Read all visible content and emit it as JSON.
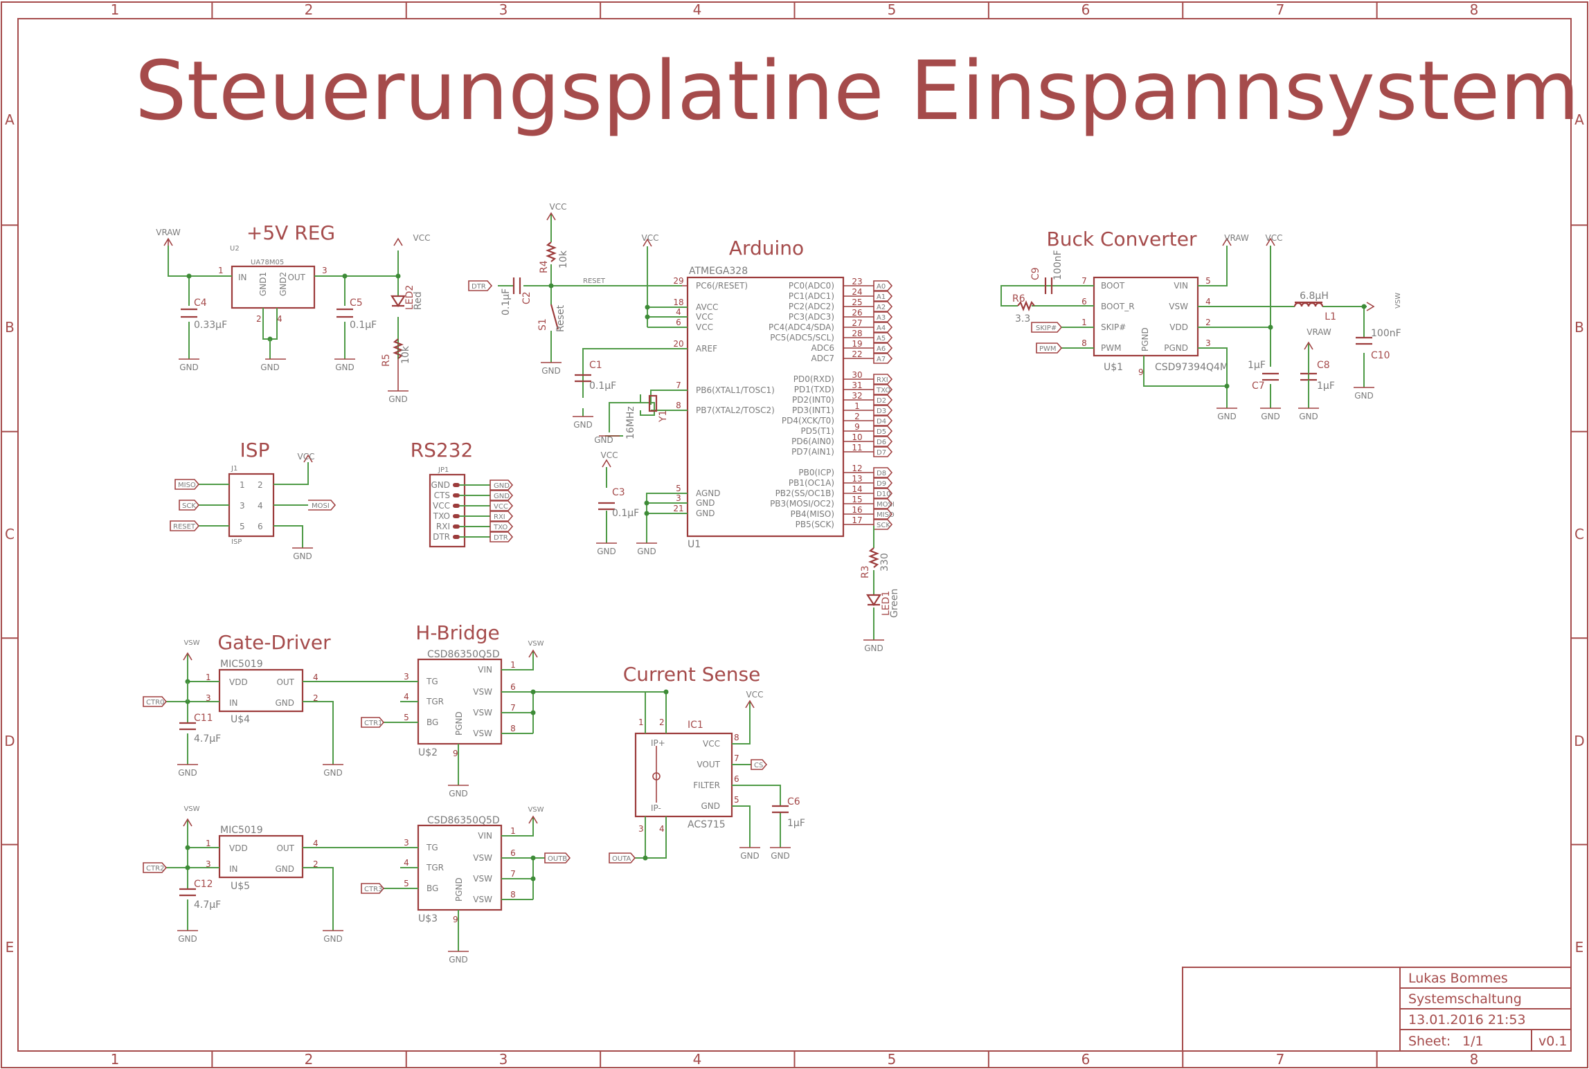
{
  "title": "Steuerungsplatine Einspannsystem",
  "frame": {
    "columns": [
      "1",
      "2",
      "3",
      "4",
      "5",
      "6",
      "7",
      "8"
    ],
    "rows": [
      "A",
      "B",
      "C",
      "D",
      "E"
    ]
  },
  "sections": {
    "reg": "+5V REG",
    "arduino": "Arduino",
    "buck": "Buck Converter",
    "isp": "ISP",
    "rs232": "RS232",
    "gate": "Gate-Driver",
    "hbridge": "H-Bridge",
    "current": "Current Sense"
  },
  "nets": {
    "vraw": "VRAW",
    "vcc": "VCC",
    "gnd": "GND",
    "vsw": "VSW",
    "reset": "RESET",
    "dtr": "DTR",
    "skip": "SKIP#",
    "pwm": "PWM",
    "miso": "MISO",
    "mosi": "MOSI",
    "sck": "SCK",
    "cs": "CS",
    "outa": "OUTA",
    "outb": "OUTB",
    "ctr0": "CTR0",
    "ctr1": "CTR1",
    "ctr2": "CTR2",
    "ctr3": "CTR3"
  },
  "reg": {
    "ic_ref": "U2",
    "ic_val": "UA78M05",
    "pins": {
      "in": "IN",
      "out": "OUT",
      "gnd1": "GND1",
      "gnd2": "GND2"
    },
    "nums": {
      "in": "1",
      "out": "3",
      "gnd1": "2",
      "gnd2": "4"
    },
    "c4": {
      "ref": "C4",
      "val": "0.33µF"
    },
    "c5": {
      "ref": "C5",
      "val": "0.1µF"
    },
    "led2": {
      "ref": "LED2",
      "val": "Red"
    },
    "r5": {
      "ref": "R5",
      "val": "10k"
    }
  },
  "arduino": {
    "ic_val": "ATMEGA328",
    "ic_ref": "U1",
    "r4": {
      "ref": "R4",
      "val": "10k"
    },
    "c2": {
      "ref": "C2",
      "val": "0.1µF"
    },
    "s1": {
      "ref": "S1",
      "val": "Reset"
    },
    "c1": {
      "ref": "C1",
      "val": "0.1µF"
    },
    "c3": {
      "ref": "C3",
      "val": "0.1µF"
    },
    "y1": {
      "ref": "Y1",
      "val": "16MHz"
    },
    "r3": {
      "ref": "R3",
      "val": "330"
    },
    "led1": {
      "ref": "LED1",
      "val": "Green"
    },
    "left_pins": [
      {
        "num": "29",
        "name": "PC6(/RESET)"
      },
      {
        "num": "18",
        "name": "AVCC"
      },
      {
        "num": "4",
        "name": "VCC"
      },
      {
        "num": "6",
        "name": "VCC"
      },
      {
        "num": "20",
        "name": "AREF"
      },
      {
        "num": "7",
        "name": "PB6(XTAL1/TOSC1)"
      },
      {
        "num": "8",
        "name": "PB7(XTAL2/TOSC2)"
      },
      {
        "num": "5",
        "name": "AGND"
      },
      {
        "num": "3",
        "name": "GND"
      },
      {
        "num": "21",
        "name": "GND"
      }
    ],
    "right_pins": [
      {
        "num": "23",
        "name": "PC0(ADC0)",
        "net": "A0"
      },
      {
        "num": "24",
        "name": "PC1(ADC1)",
        "net": "A1"
      },
      {
        "num": "25",
        "name": "PC2(ADC2)",
        "net": "A2"
      },
      {
        "num": "26",
        "name": "PC3(ADC3)",
        "net": "A3"
      },
      {
        "num": "27",
        "name": "PC4(ADC4/SDA)",
        "net": "A4"
      },
      {
        "num": "28",
        "name": "PC5(ADC5/SCL)",
        "net": "A5"
      },
      {
        "num": "19",
        "name": "ADC6",
        "net": "A6"
      },
      {
        "num": "22",
        "name": "ADC7",
        "net": "A7"
      },
      {
        "num": "30",
        "name": "PD0(RXD)",
        "net": "RXI"
      },
      {
        "num": "31",
        "name": "PD1(TXD)",
        "net": "TXO"
      },
      {
        "num": "32",
        "name": "PD2(INT0)",
        "net": "D2"
      },
      {
        "num": "1",
        "name": "PD3(INT1)",
        "net": "D3"
      },
      {
        "num": "2",
        "name": "PD4(XCK/T0)",
        "net": "D4"
      },
      {
        "num": "9",
        "name": "PD5(T1)",
        "net": "D5"
      },
      {
        "num": "10",
        "name": "PD6(AIN0)",
        "net": "D6"
      },
      {
        "num": "11",
        "name": "PD7(AIN1)",
        "net": "D7"
      },
      {
        "num": "12",
        "name": "PB0(ICP)",
        "net": "D8"
      },
      {
        "num": "13",
        "name": "PB1(OC1A)",
        "net": "D9"
      },
      {
        "num": "14",
        "name": "PB2(SS/OC1B)",
        "net": "D10"
      },
      {
        "num": "15",
        "name": "PB3(MOSI/OC2)",
        "net": "MOSI"
      },
      {
        "num": "16",
        "name": "PB4(MISO)",
        "net": "MISO"
      },
      {
        "num": "17",
        "name": "PB5(SCK)",
        "net": "SCK"
      }
    ]
  },
  "buck": {
    "ic_ref": "U$1",
    "ic_val": "CSD97394Q4M",
    "left_pins": [
      {
        "num": "7",
        "name": "BOOT"
      },
      {
        "num": "6",
        "name": "BOOT_R"
      },
      {
        "num": "1",
        "name": "SKIP#"
      },
      {
        "num": "8",
        "name": "PWM"
      }
    ],
    "right_pins": [
      {
        "num": "5",
        "name": "VIN"
      },
      {
        "num": "4",
        "name": "VSW"
      },
      {
        "num": "2",
        "name": "VDD"
      },
      {
        "num": "3",
        "name": "PGND"
      }
    ],
    "pgnd_label": "PGND",
    "pgnd_num": "9",
    "c9": {
      "ref": "C9",
      "val": "100nF"
    },
    "r6": {
      "ref": "R6",
      "val": "3.3"
    },
    "l1": {
      "ref": "L1",
      "val": "6.8µH"
    },
    "c10": {
      "ref": "C10",
      "val": "100nF"
    },
    "c7": {
      "ref": "C7",
      "val": "1µF"
    },
    "c8": {
      "ref": "C8",
      "val": "1µF"
    }
  },
  "isp": {
    "ref": "J1",
    "name": "ISP",
    "pins": [
      "1",
      "2",
      "3",
      "4",
      "5",
      "6"
    ]
  },
  "rs232": {
    "ref": "JP1",
    "pins": [
      "GND",
      "CTS",
      "VCC",
      "TXO",
      "RXI",
      "DTR"
    ],
    "nets": [
      "GND",
      "GND",
      "VCC",
      "RXI",
      "TXO",
      "DTR"
    ]
  },
  "gate1": {
    "ref": "U$4",
    "val": "MIC5019",
    "pins": {
      "vdd": "VDD",
      "in": "IN",
      "out": "OUT",
      "gnd": "GND"
    },
    "nums": {
      "vdd": "1",
      "in": "3",
      "out": "4",
      "gnd": "2"
    },
    "cap": {
      "ref": "C11",
      "val": "4.7µF"
    }
  },
  "gate2": {
    "ref": "U$5",
    "val": "MIC5019",
    "pins": {
      "vdd": "VDD",
      "in": "IN",
      "out": "OUT",
      "gnd": "GND"
    },
    "nums": {
      "vdd": "1",
      "in": "3",
      "out": "4",
      "gnd": "2"
    },
    "cap": {
      "ref": "C12",
      "val": "4.7µF"
    }
  },
  "bridge1": {
    "ref": "U$2",
    "val": "CSD86350Q5D",
    "left": [
      {
        "num": "3",
        "name": "TG"
      },
      {
        "num": "4",
        "name": "TGR"
      },
      {
        "num": "5",
        "name": "BG"
      }
    ],
    "right": [
      {
        "num": "1",
        "name": "VIN"
      },
      {
        "num": "6",
        "name": "VSW"
      },
      {
        "num": "7",
        "name": "VSW"
      },
      {
        "num": "8",
        "name": "VSW"
      }
    ],
    "pgnd": "PGND",
    "pgnd_num": "9"
  },
  "bridge2": {
    "ref": "U$3",
    "val": "CSD86350Q5D",
    "left": [
      {
        "num": "3",
        "name": "TG"
      },
      {
        "num": "4",
        "name": "TGR"
      },
      {
        "num": "5",
        "name": "BG"
      }
    ],
    "right": [
      {
        "num": "1",
        "name": "VIN"
      },
      {
        "num": "6",
        "name": "VSW"
      },
      {
        "num": "7",
        "name": "VSW"
      },
      {
        "num": "8",
        "name": "VSW"
      }
    ],
    "pgnd": "PGND",
    "pgnd_num": "9"
  },
  "current": {
    "ref": "IC1",
    "val": "ACS715",
    "pins": {
      "ipp": "IP+",
      "ipm": "IP-",
      "vcc": "VCC",
      "vout": "VOUT",
      "filter": "FILTER",
      "gnd": "GND"
    },
    "nums": {
      "ip1": "1",
      "ip2": "2",
      "ip3": "3",
      "ip4": "4",
      "vcc": "8",
      "vout": "7",
      "filter": "6",
      "gnd": "5"
    },
    "c6": {
      "ref": "C6",
      "val": "1µF"
    }
  },
  "title_block": {
    "author": "Lukas Bommes",
    "document": "Systemschaltung",
    "date": "13.01.2016 21:53",
    "sheet_label": "Sheet:",
    "sheet": "1/1",
    "version": "v0.1"
  }
}
